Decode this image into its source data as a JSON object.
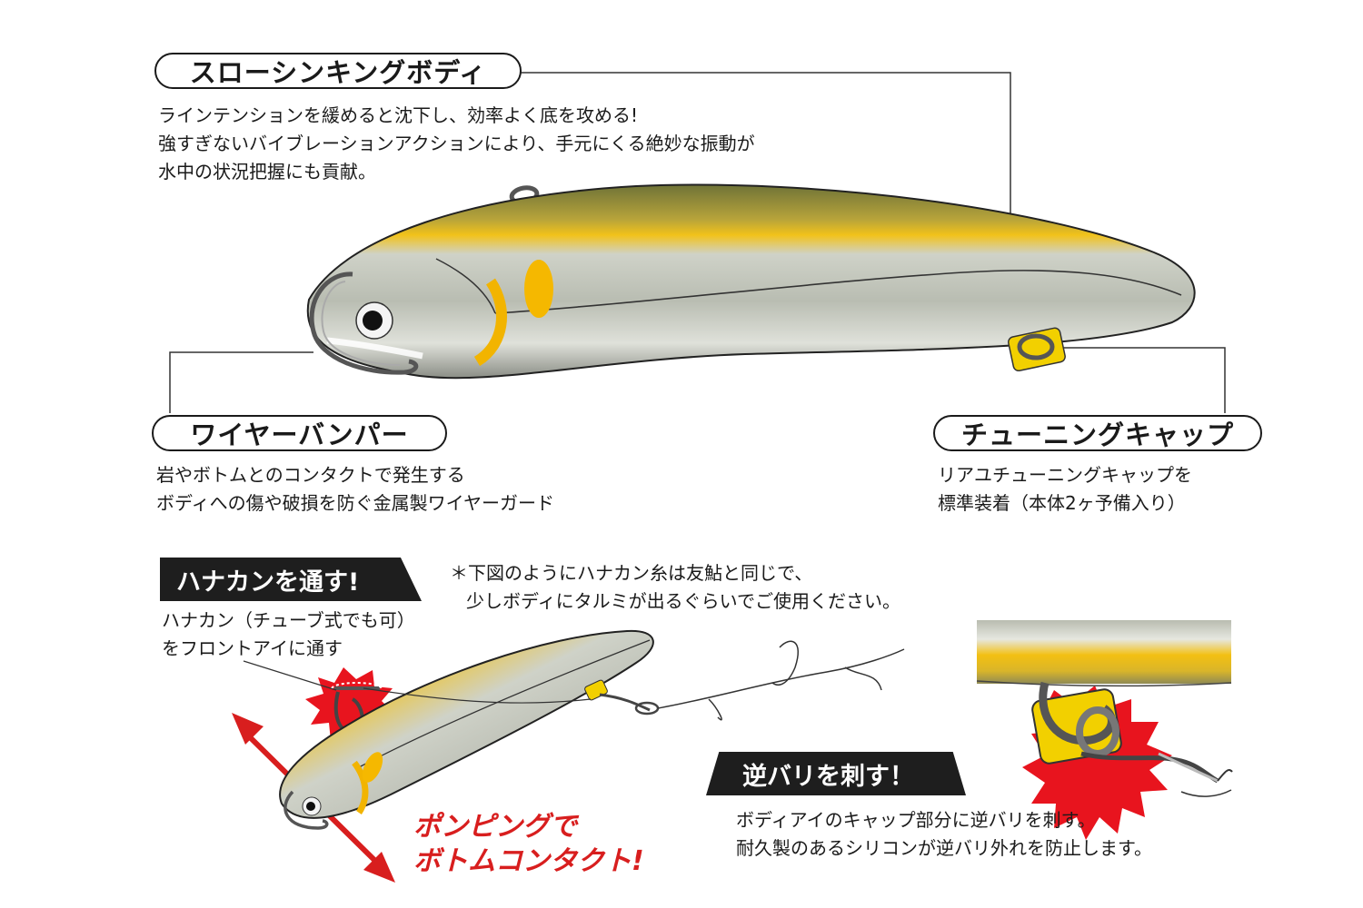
{
  "features": {
    "sinking_body": {
      "title": "スローシンキングボディ",
      "lines": [
        "ラインテンションを緩めると沈下し、効率よく底を攻める!",
        "強すぎないバイブレーションアクションにより、手元にくる絶妙な振動が",
        "水中の状況把握にも貢献。"
      ]
    },
    "wire_bumper": {
      "title": "ワイヤーバンパー",
      "lines": [
        "岩やボトムとのコンタクトで発生する",
        "ボディへの傷や破損を防ぐ金属製ワイヤーガード"
      ]
    },
    "tuning_cap": {
      "title": "チューニングキャップ",
      "lines": [
        "リアユチューニングキャップを",
        "標準装着（本体2ヶ予備入り）"
      ]
    }
  },
  "usage": {
    "hanakan": {
      "label": "ハナカンを通す!",
      "lines": [
        "ハナカン（チューブ式でも可）",
        "をフロントアイに通す"
      ]
    },
    "note_lines": [
      "＊下図のようにハナカン糸は友鮎と同じで、",
      "少しボディにタルミが出るぐらいでご使用ください。"
    ],
    "pumping_lines": [
      "ポンピングで",
      "ボトムコンタクト!"
    ],
    "sakabari": {
      "label": "逆バリを刺す！",
      "lines": [
        "ボディアイのキャップ部分に逆バリを刺す。",
        "耐久製のあるシリコンが逆バリ外れを防止します。"
      ]
    }
  },
  "colors": {
    "lure_yellow": "#f5b800",
    "lure_silver": "#c9ccc4",
    "lure_back": "#7d7f4a",
    "accent_red": "#d81e1e",
    "burst_red": "#e8141e"
  }
}
